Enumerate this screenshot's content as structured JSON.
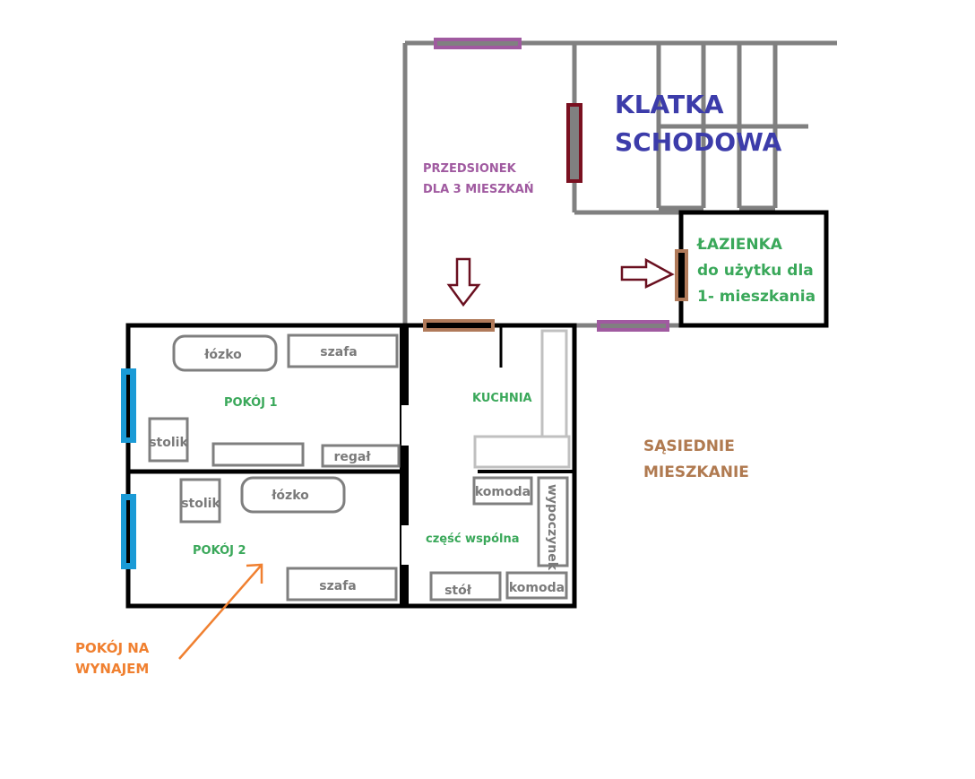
{
  "labels": {
    "stairwell_1": "KLATKA",
    "stairwell_2": "SCHODOWA",
    "vestibule_1": "PRZEDSIONEK",
    "vestibule_2": "DLA 3 MIESZKAŃ",
    "bathroom_1": "ŁAZIENKA",
    "bathroom_2": "do użytku dla",
    "bathroom_3": "1- mieszkania",
    "neighbor_1": "SĄSIEDNIE",
    "neighbor_2": "MIESZKANIE",
    "room1": "POKÓJ 1",
    "room2": "POKÓJ 2",
    "kitchen": "KUCHNIA",
    "common": "część wspólna",
    "rental_1": "POKÓJ NA",
    "rental_2": "WYNAJEM"
  },
  "furniture": {
    "bed1": "łózko",
    "wardrobe1": "szafa",
    "table1": "stolik",
    "shelf1": "regał",
    "table2": "stolik",
    "bed2": "łózko",
    "wardrobe2": "szafa",
    "dresser1": "komoda",
    "sofa": "wypoczynek",
    "dining_table": "stół",
    "dresser2": "komoda"
  },
  "colors": {
    "stairwell": "#3c3caa",
    "vestibule": "#a05aa0",
    "room": "#3aa85a",
    "neighbor": "#b07a50",
    "rental": "#f08030",
    "window": "#1a9ad6",
    "door_brown": "#b07a5a",
    "door_purple": "#a05aa0",
    "door_darkred": "#7a1020"
  }
}
